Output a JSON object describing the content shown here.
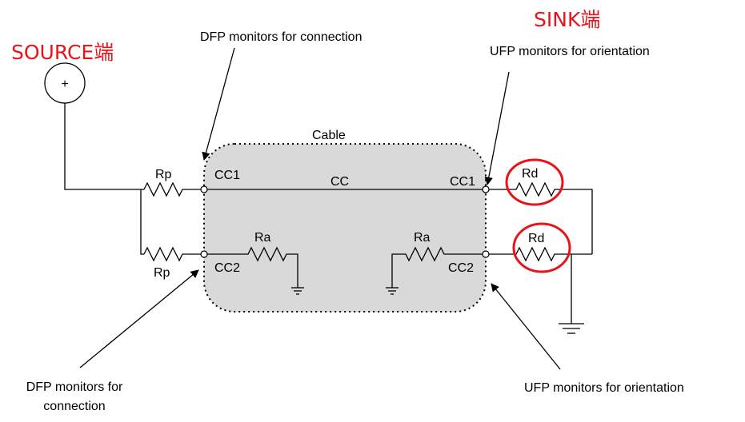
{
  "source_label": "SOURCE端",
  "sink_label": "SINK端",
  "source_symbol": "+",
  "cable_label": "Cable",
  "cc_label": "CC",
  "cc1_left": "CC1",
  "cc2_left": "CC2",
  "cc1_right": "CC1",
  "cc2_right": "CC2",
  "rp_top": "Rp",
  "rp_bottom": "Rp",
  "ra_left": "Ra",
  "ra_right": "Ra",
  "rd_top": "Rd",
  "rd_bottom": "Rd",
  "top_left_note": "DFP monitors for connection",
  "top_right_note": "UFP monitors for orientation",
  "bottom_left_note_line1": "DFP monitors for",
  "bottom_left_note_line2": "connection",
  "bottom_right_note": "UFP monitors for orientation",
  "colors": {
    "highlight": "#e8141b",
    "cable_fill": "#d9d9d9",
    "line": "#000000"
  }
}
